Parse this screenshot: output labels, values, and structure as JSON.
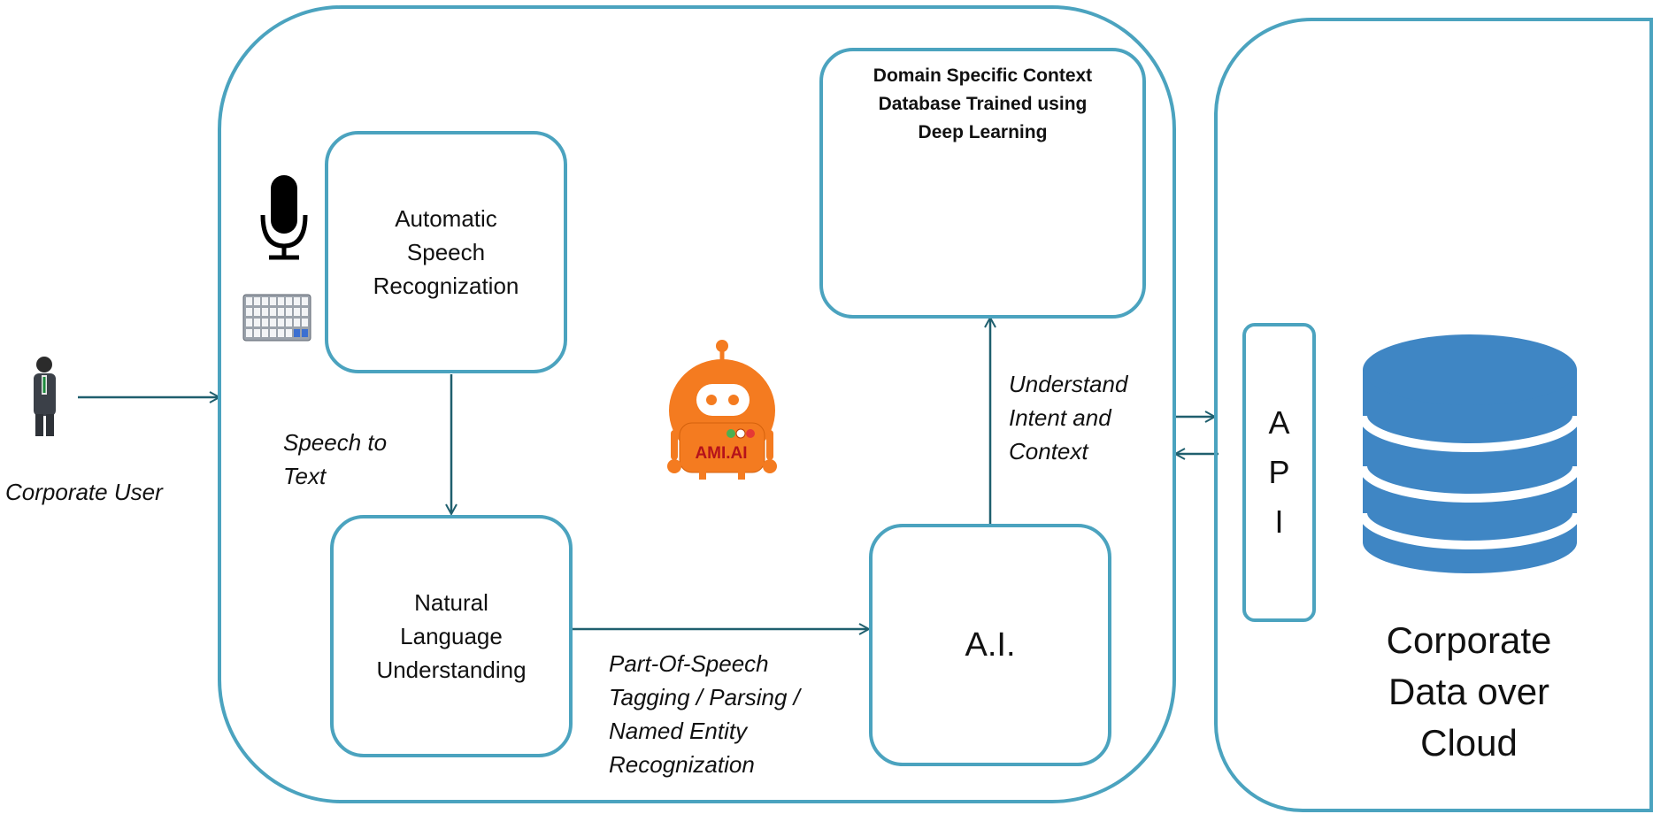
{
  "user": {
    "label": "Corporate User"
  },
  "main": {
    "asr_label": "Automatic\nSpeech\nRecognization",
    "nlu_label": "Natural\nLanguage\nUnderstanding",
    "ai_label": "A.I.",
    "db_title": "Domain Specific Context\nDatabase Trained using\nDeep Learning",
    "robot_label": "AMI.AI",
    "edges": {
      "speech_to_text": "Speech to\nText",
      "pos_tagging": "Part-Of-Speech\nTagging / Parsing /\nNamed Entity\nRecognization",
      "intent_context": "Understand\nIntent and\nContext"
    }
  },
  "cloud": {
    "api_letters": [
      "A",
      "P",
      "I"
    ],
    "title": "Corporate\nData over\nCloud"
  },
  "colors": {
    "border": "#4ba3bf",
    "arrow": "#1f5f6e",
    "robot": "#f47b20",
    "cloud_db": "#3f86c4"
  },
  "icons": [
    "person-icon",
    "microphone-icon",
    "keyboard-icon",
    "robot-icon",
    "database-icon",
    "cloud-database-icon"
  ]
}
